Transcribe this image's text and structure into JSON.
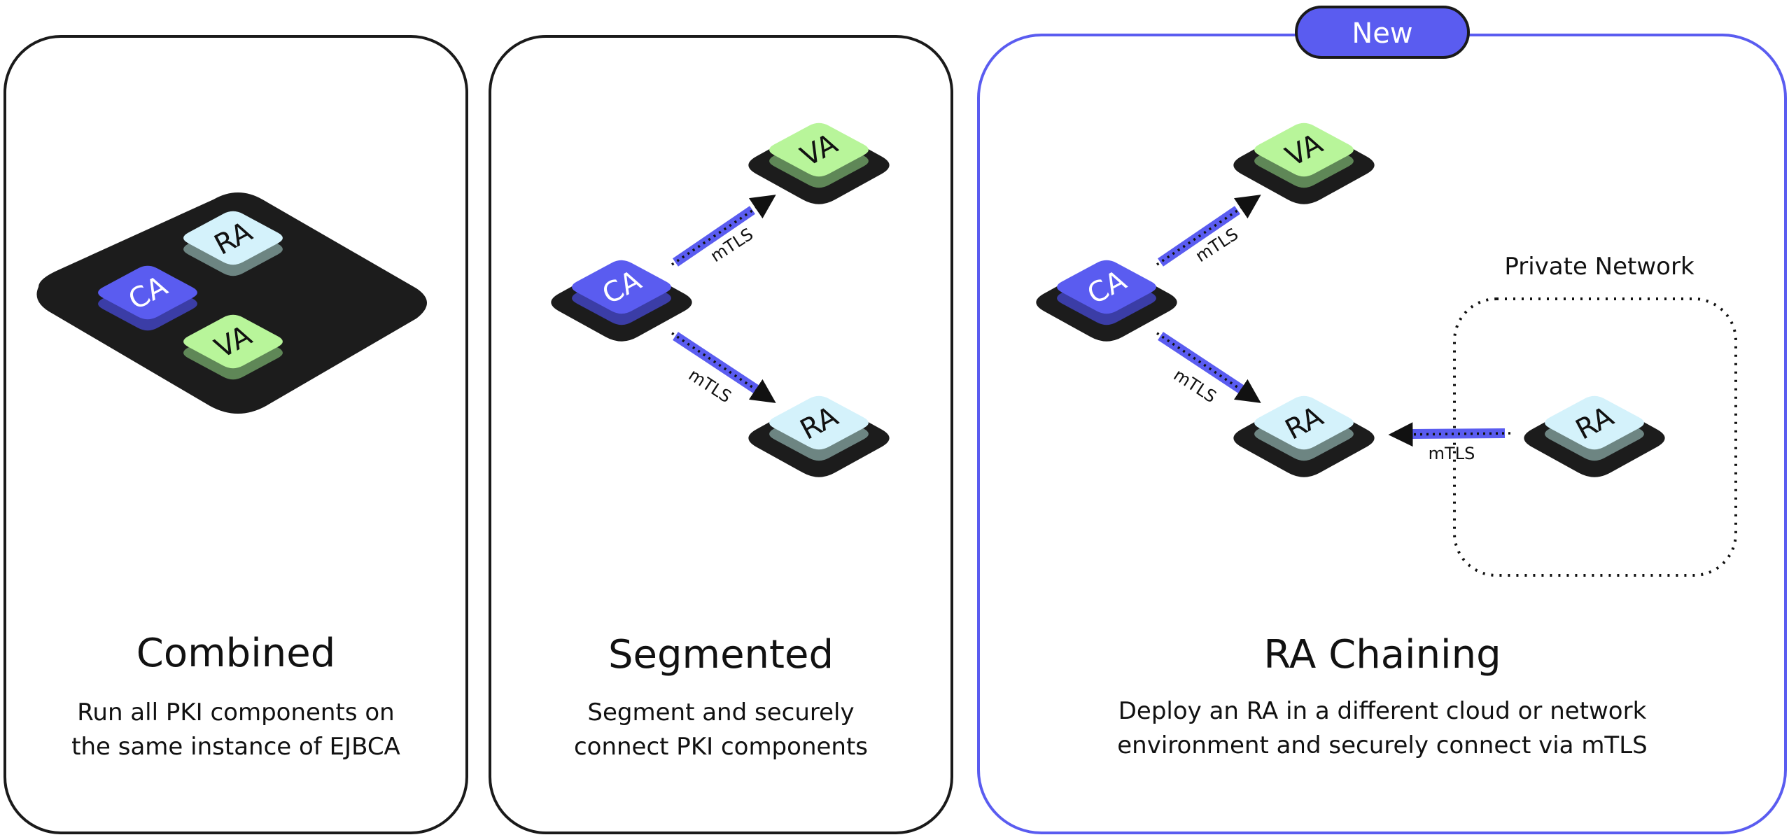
{
  "badge": {
    "label": "New"
  },
  "colors": {
    "accent": "#5a5cf0",
    "ca": "#5a5cf0",
    "ra": "#d4f2fb",
    "va": "#b8f59a",
    "base": "#1c1c1c",
    "text": "#111111",
    "card_border": "#1a1a1a"
  },
  "tiles": {
    "ca": "CA",
    "ra": "RA",
    "va": "VA"
  },
  "connection_label": "mTLS",
  "cards": [
    {
      "title": "Combined",
      "description": [
        "Run all PKI components on",
        "the same instance of EJBCA"
      ]
    },
    {
      "title": "Segmented",
      "description": [
        "Segment and securely",
        "connect PKI components"
      ]
    },
    {
      "title": "RA Chaining",
      "description": [
        "Deploy an RA in a different cloud or network",
        "environment and securely connect via mTLS"
      ],
      "private_network_label": "Private Network"
    }
  ]
}
